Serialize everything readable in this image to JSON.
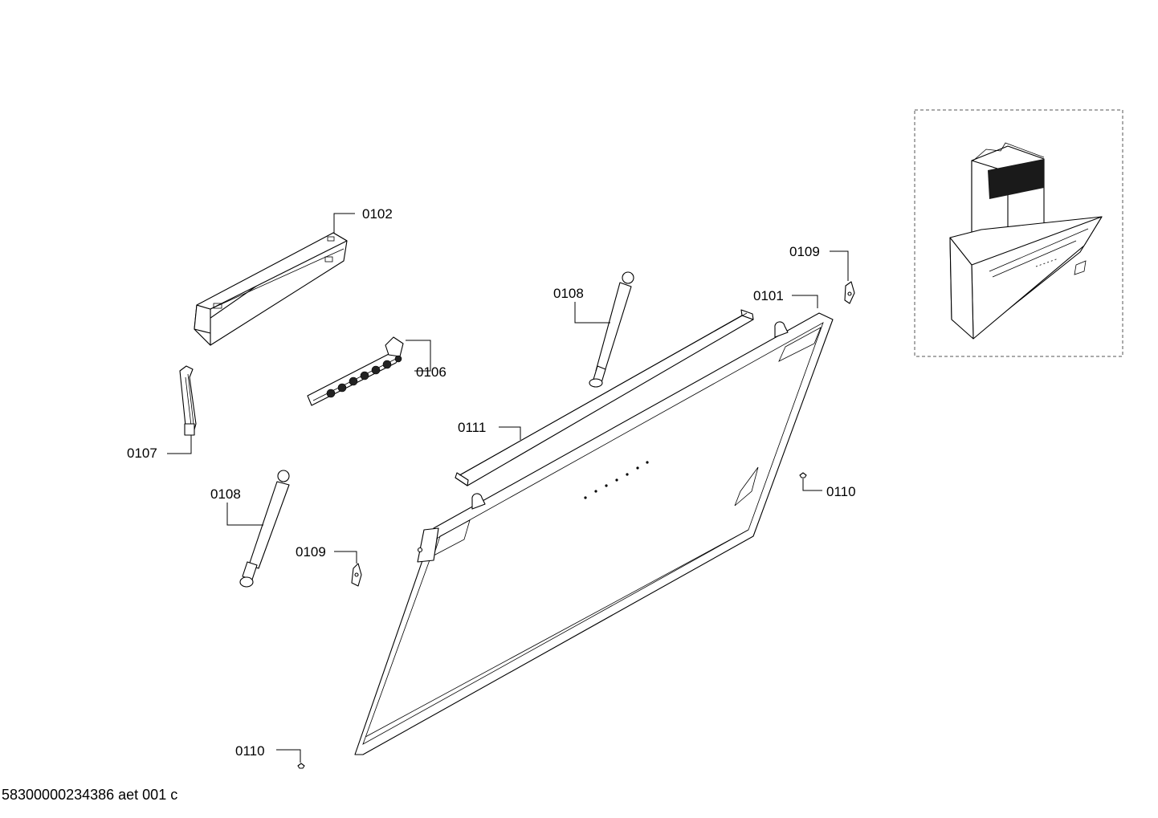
{
  "callouts": {
    "c0102": "0102",
    "c0106": "0106",
    "c0107": "0107",
    "c0108_top": "0108",
    "c0108_left": "0108",
    "c0111": "0111",
    "c0101": "0101",
    "c0109_right": "0109",
    "c0109_left": "0109",
    "c0110_right": "0110",
    "c0110_bottom": "0110"
  },
  "document_ref": "58300000234386 aet 001 c"
}
